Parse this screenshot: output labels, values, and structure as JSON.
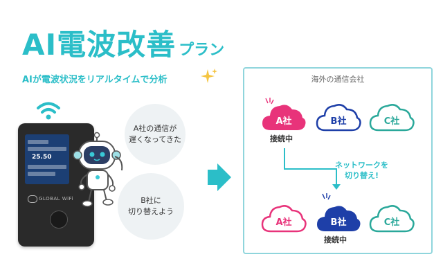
{
  "title": {
    "main": "AI電波改善",
    "sub": "プラン"
  },
  "subtitle": "AIが電波状況をリアルタイムで分析",
  "device": {
    "brand": "GLOBAL WiFi",
    "screen_value": "25.50"
  },
  "bubbles": {
    "first": [
      "A社の通信が",
      "遅くなってきた"
    ],
    "second": [
      "B社に",
      "切り替えよう"
    ]
  },
  "panel": {
    "title": "海外の通信会社",
    "top_row": {
      "a": "A社",
      "b": "B社",
      "c": "C社",
      "status": "接続中"
    },
    "switch_text": [
      "ネットワークを",
      "切り替え!"
    ],
    "bottom_row": {
      "a": "A社",
      "b": "B社",
      "c": "C社",
      "status": "接続中"
    }
  },
  "colors": {
    "accent": "#2bbec8",
    "pink": "#e8337a",
    "navy": "#1e3fa8",
    "teal": "#2aa89a"
  }
}
